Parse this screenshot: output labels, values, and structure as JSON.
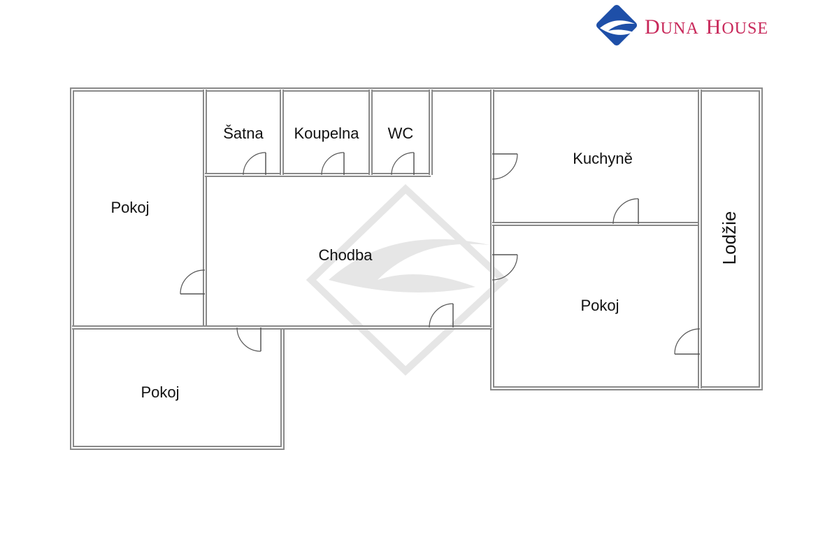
{
  "brand": {
    "name_first_letter": "D",
    "name_first_rest": "UNA",
    "name_second_letter": "H",
    "name_second_rest": "OUSE"
  },
  "rooms": {
    "pokoj_left_top": "Pokoj",
    "satna": "Šatna",
    "koupelna": "Koupelna",
    "wc": "WC",
    "kuchyne": "Kuchyně",
    "chodba": "Chodba",
    "lodzie": "Lodžie",
    "pokoj_right": "Pokoj",
    "pokoj_left_bottom": "Pokoj"
  },
  "colors": {
    "brand": "#c8285a",
    "logo_blue": "#1e4fa8",
    "wall": "#8a8a8a"
  }
}
